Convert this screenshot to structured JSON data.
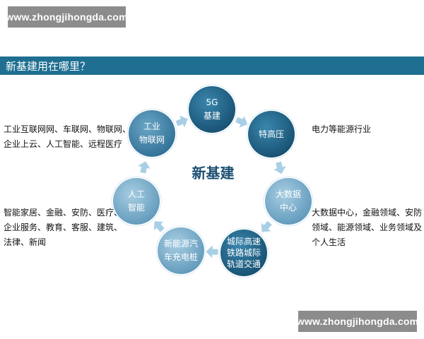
{
  "watermark": {
    "top": "www.zhongjihongda.com",
    "bottom": "www.zhongjihongda.com"
  },
  "title": "新基建用在哪里？",
  "center": {
    "label": "新基建"
  },
  "nodes": [
    {
      "lines": [
        "5G",
        "基建"
      ]
    },
    {
      "lines": [
        "特高压"
      ]
    },
    {
      "lines": [
        "大数据",
        "中心"
      ]
    },
    {
      "lines": [
        "城际高速",
        "铁路城际",
        "轨道交通"
      ]
    },
    {
      "lines": [
        "新能源汽",
        "车充电桩"
      ]
    },
    {
      "lines": [
        "人工",
        "智能"
      ]
    },
    {
      "lines": [
        "工业",
        "物联网"
      ]
    }
  ],
  "descriptions": {
    "left_top": [
      "工业互联网网、车联网、物联网、",
      "企业上云、人工智能、远程医疗"
    ],
    "left_bottom": [
      "智能家居、金融、安防、医疗、",
      "企业服务、教育、客服、建筑、",
      "法律、新闻"
    ],
    "right_top": [
      "电力等能源行业"
    ],
    "right_bottom": [
      "大数据中心，金融领域、安防",
      "领域、能源领域、业务领域及",
      "个人生活"
    ]
  },
  "colors": {
    "title_bar": "#1e6f91",
    "node_dark": "#1b5e83",
    "node_mid": "#3d7fa3",
    "node_light": "#7aaecb",
    "arrow": "#a9cfe6",
    "watermark": "#8c8c8c"
  }
}
